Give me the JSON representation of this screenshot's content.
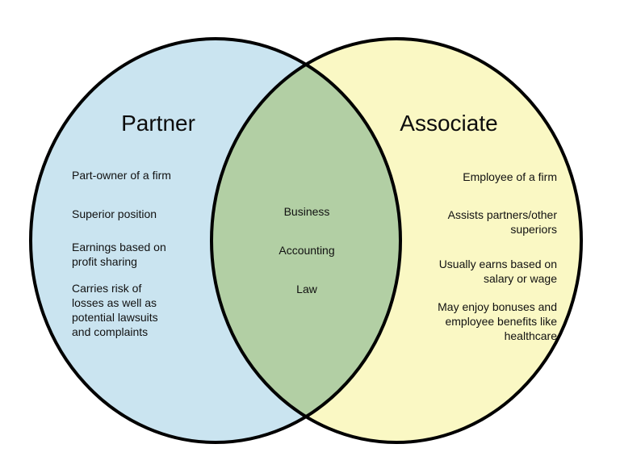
{
  "venn": {
    "colors": {
      "background": "#ffffff",
      "left_fill": "#cae4f0",
      "right_fill": "#faf8c4",
      "overlap_fill": "#b2cfa4",
      "outline": "#000000"
    },
    "left": {
      "title": "Partner",
      "items": [
        "Part-owner of a firm",
        "Superior position",
        "Earnings based on profit sharing",
        "Carries risk of losses as well as potential lawsuits and complaints"
      ]
    },
    "overlap": {
      "items": [
        "Business",
        "Accounting",
        "Law"
      ]
    },
    "right": {
      "title": "Associate",
      "items": [
        "Employee of a firm",
        "Assists partners/other superiors",
        "Usually earns based on salary or wage",
        "May enjoy bonuses and employee benefits like healthcare"
      ]
    }
  }
}
